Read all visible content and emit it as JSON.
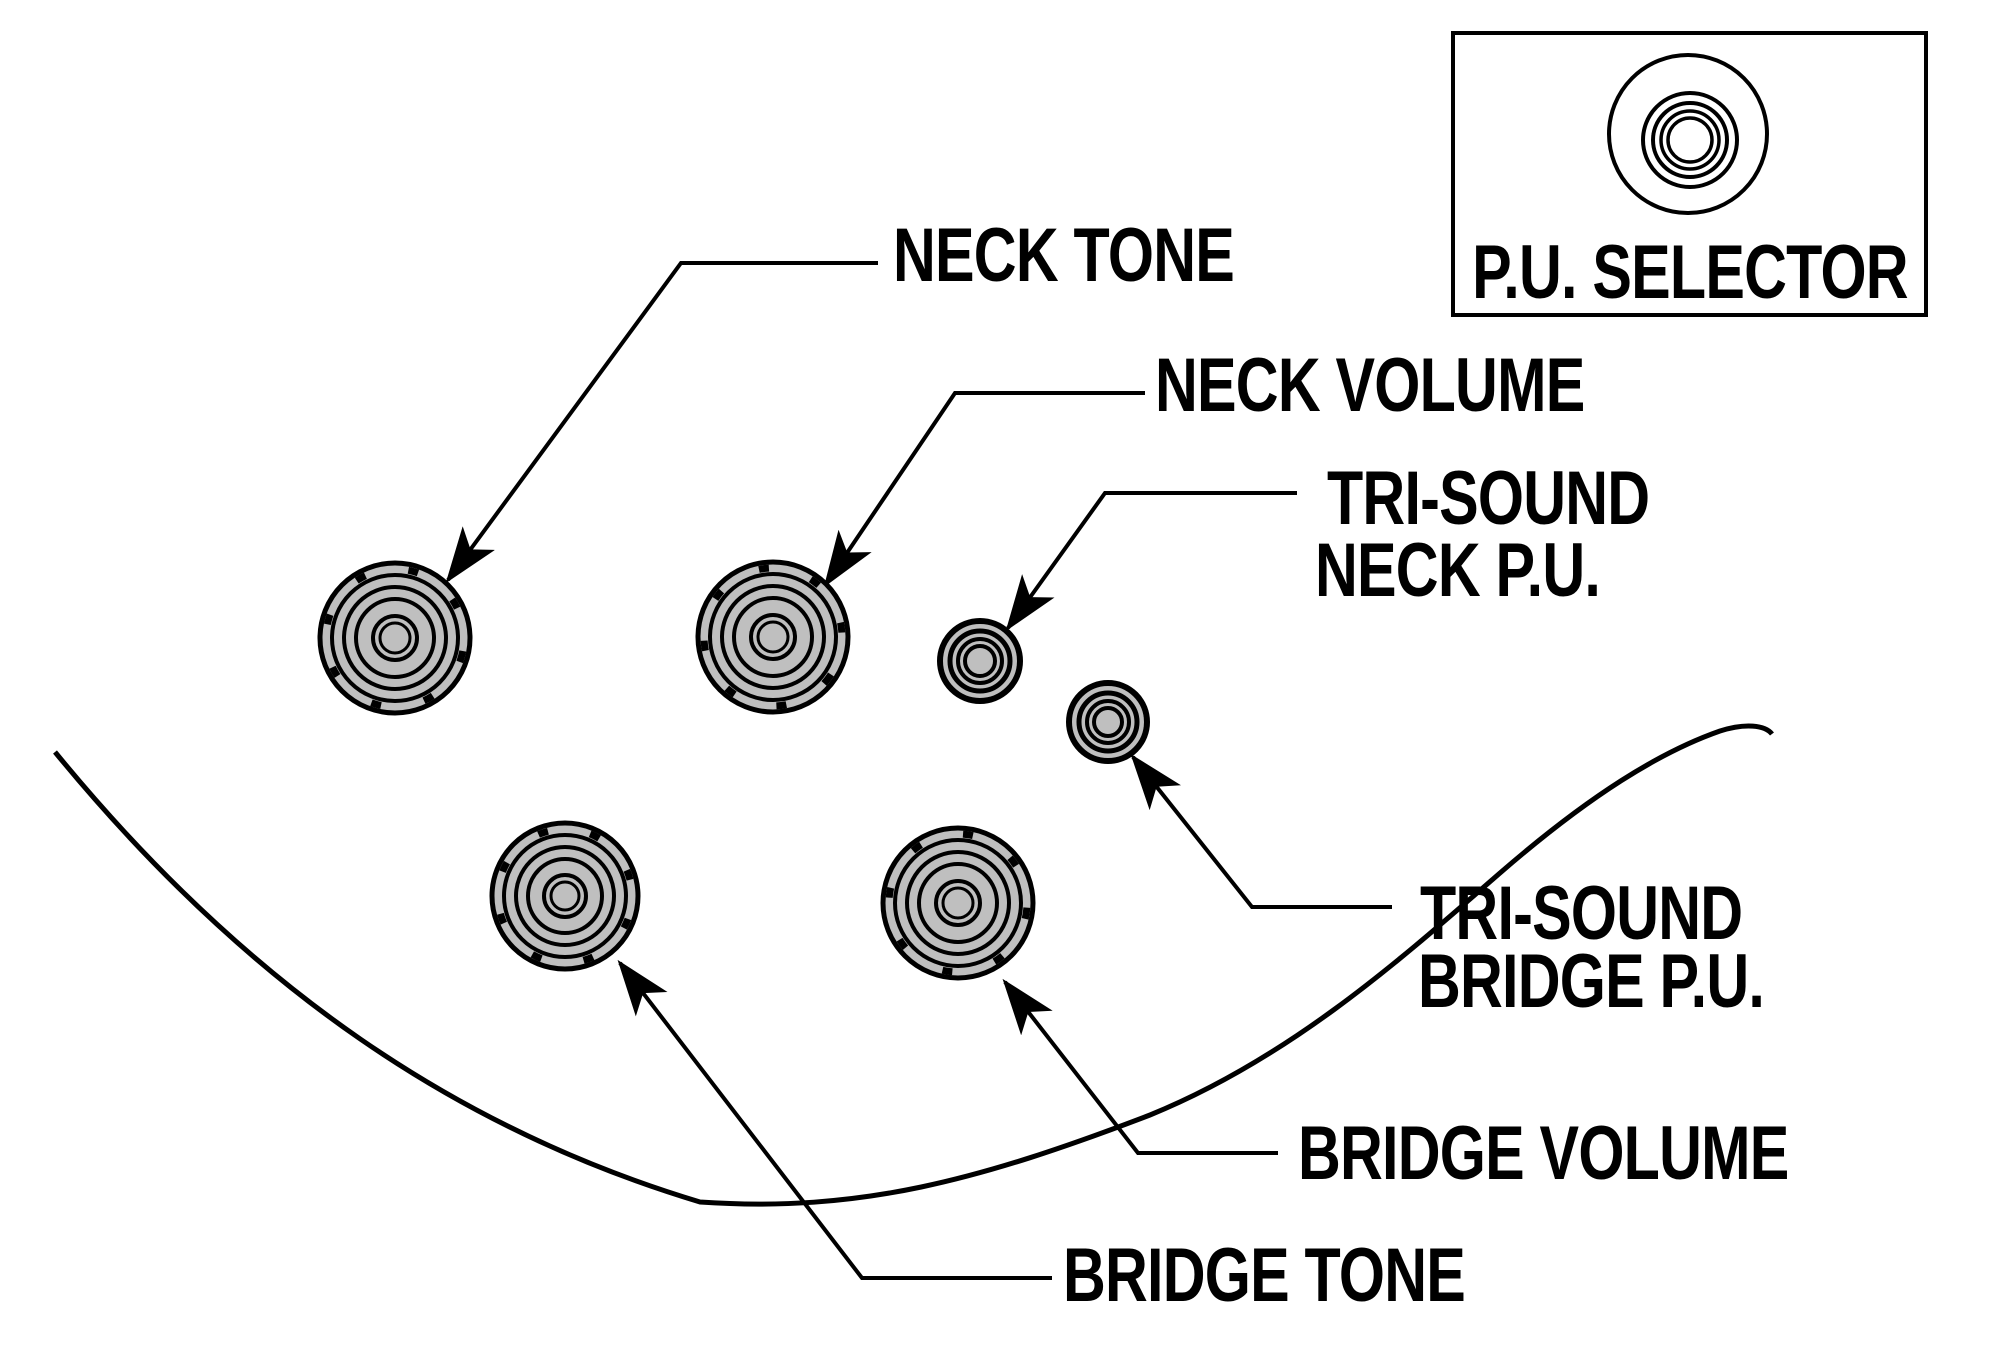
{
  "diagram": {
    "title": "Guitar control layout diagram",
    "labels": {
      "neck_tone": "NECK TONE",
      "neck_volume": "NECK VOLUME",
      "tri_sound_neck_line1": "TRI-SOUND",
      "tri_sound_neck_line2": "NECK P.U.",
      "tri_sound_bridge_line1": "TRI-SOUND",
      "tri_sound_bridge_line2": "BRIDGE P.U.",
      "bridge_volume": "BRIDGE VOLUME",
      "bridge_tone": "BRIDGE TONE"
    },
    "pu_selector": {
      "label": "P.U. SELECTOR"
    },
    "knobs": [
      {
        "id": "neck-tone-knob",
        "label": "NECK TONE",
        "size": "large"
      },
      {
        "id": "neck-volume-knob",
        "label": "NECK VOLUME",
        "size": "large"
      },
      {
        "id": "tri-sound-neck-switch",
        "label": "TRI-SOUND NECK P.U.",
        "size": "small"
      },
      {
        "id": "tri-sound-bridge-switch",
        "label": "TRI-SOUND BRIDGE P.U.",
        "size": "small"
      },
      {
        "id": "bridge-tone-knob",
        "label": "BRIDGE TONE",
        "size": "large"
      },
      {
        "id": "bridge-volume-knob",
        "label": "BRIDGE VOLUME",
        "size": "large"
      },
      {
        "id": "pu-selector-knob",
        "label": "P.U. SELECTOR",
        "size": "large-outline"
      }
    ],
    "colors": {
      "background": "#ffffff",
      "line": "#000000",
      "knob_fill": "#bfbfbf"
    }
  }
}
